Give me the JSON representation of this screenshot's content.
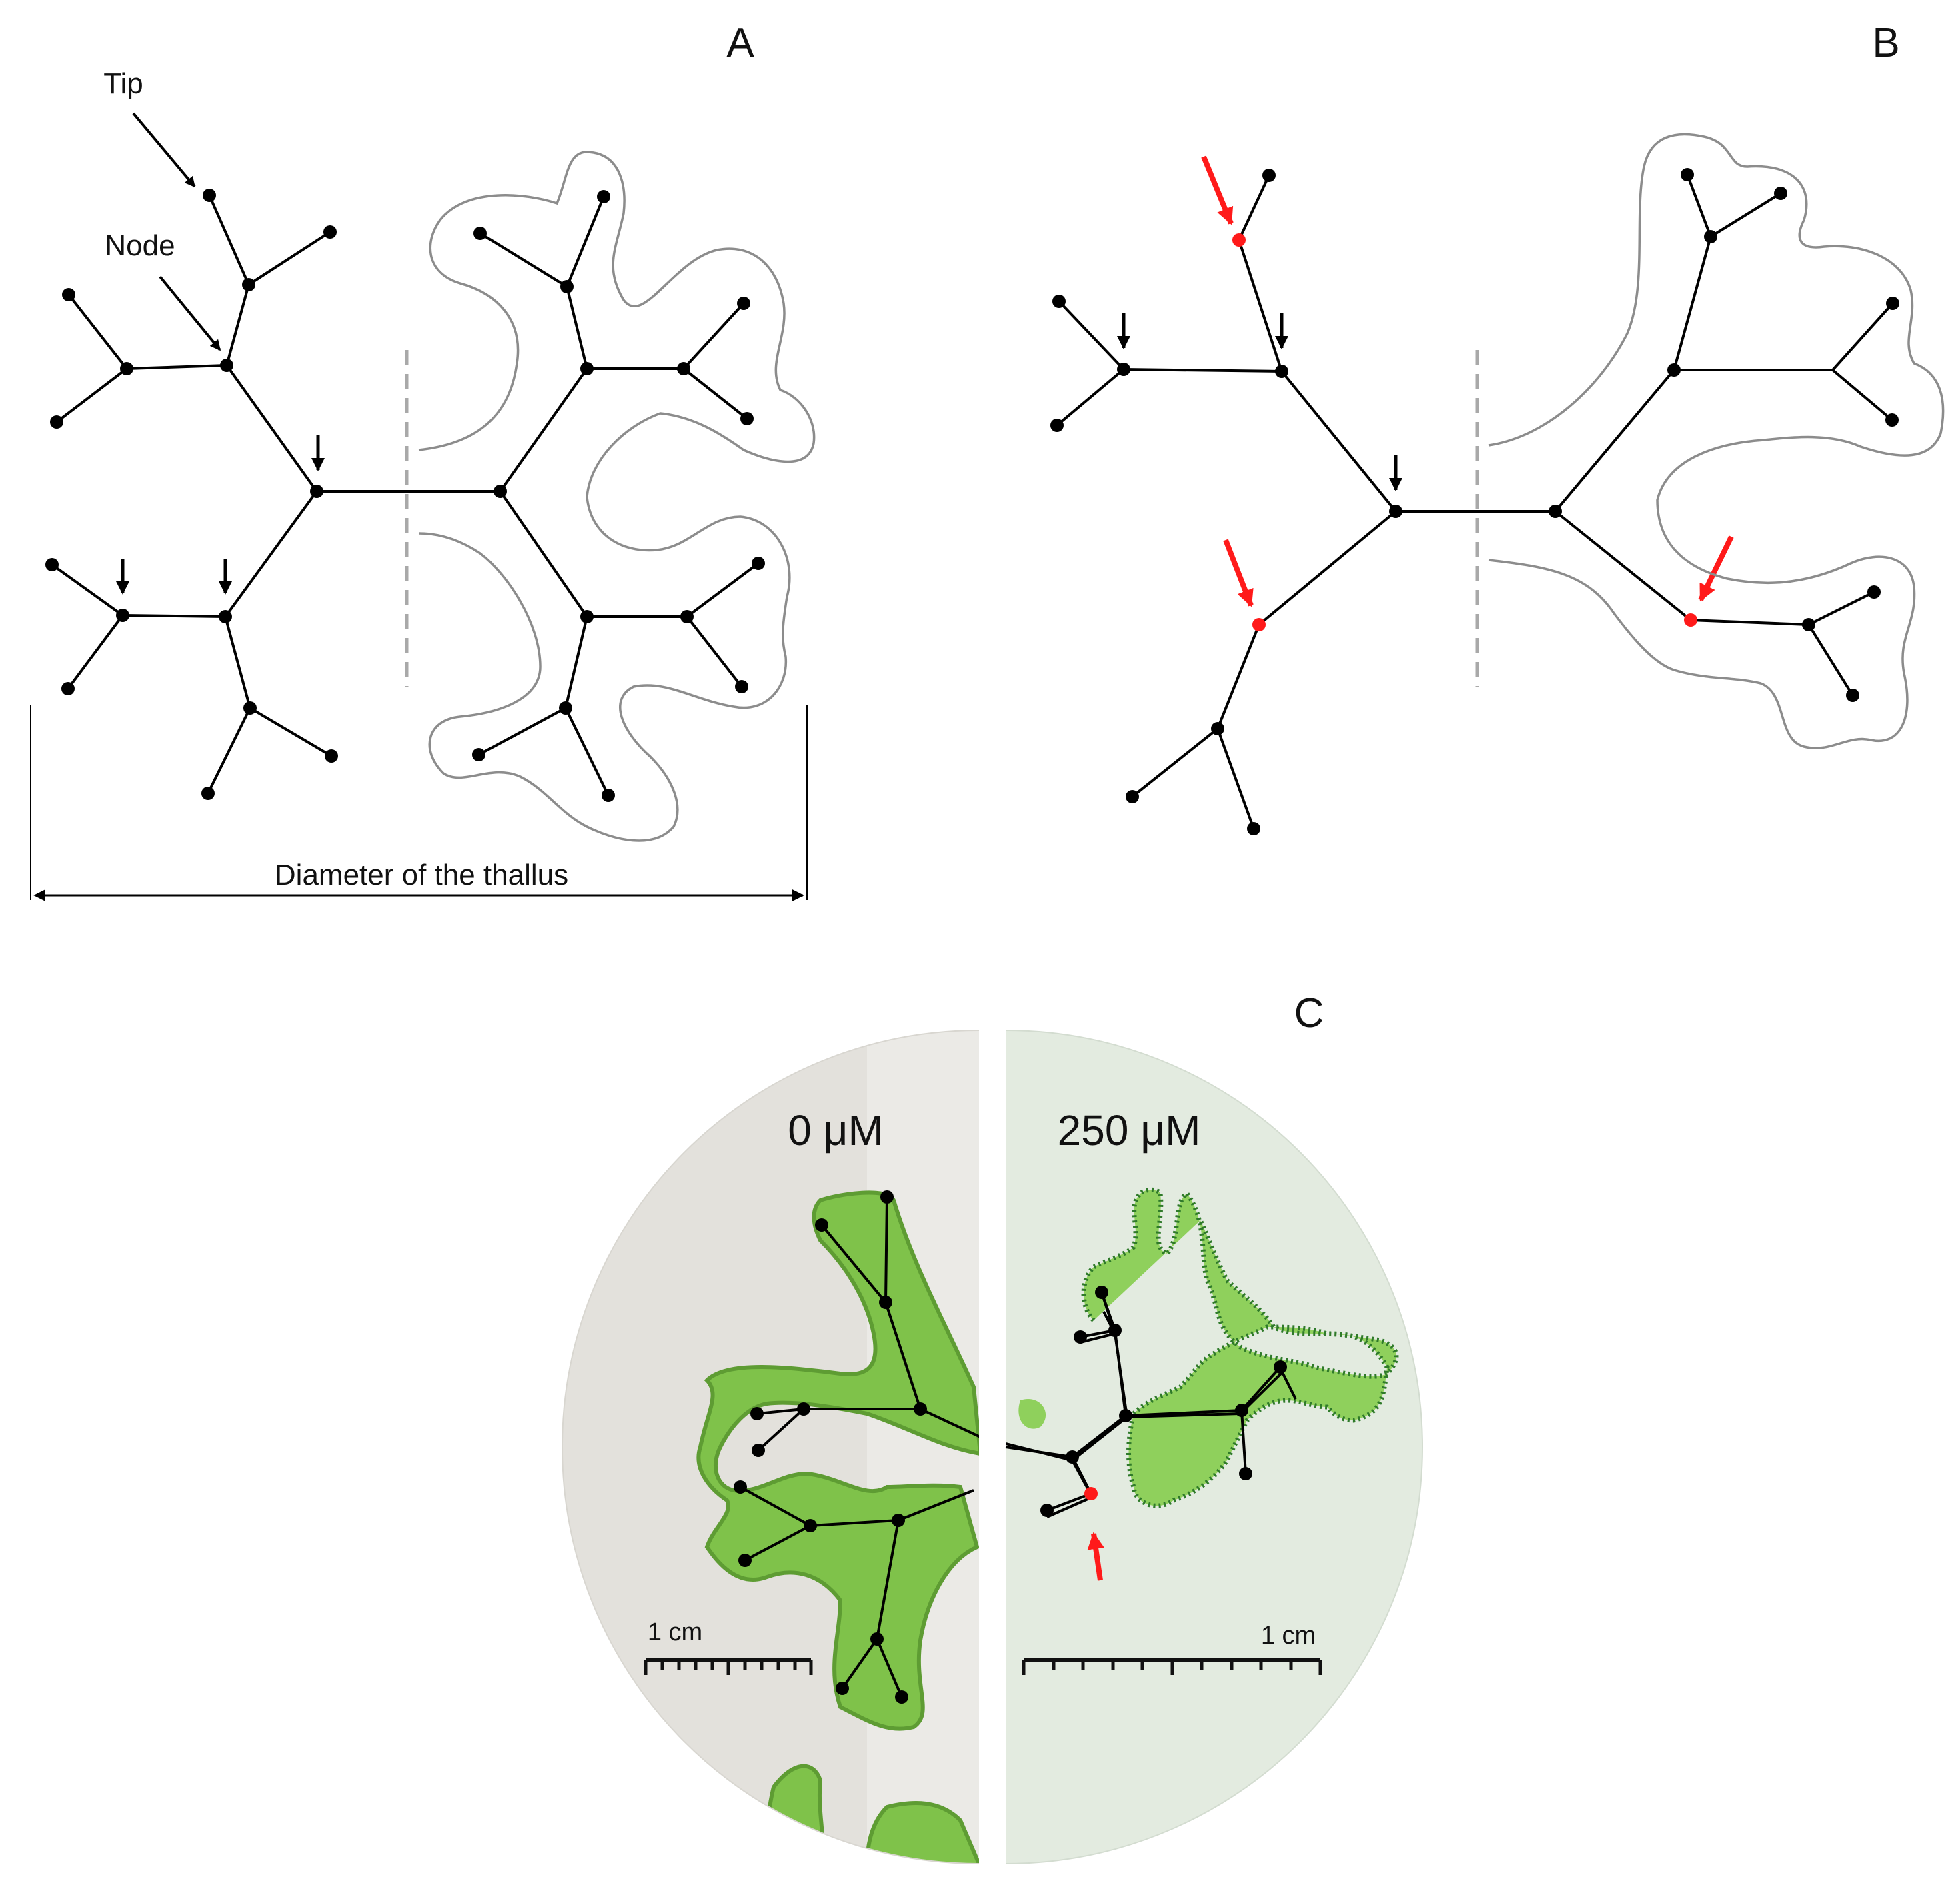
{
  "panels": {
    "a": {
      "letter": "A",
      "tip_label": "Tip",
      "node_label": "Node",
      "diameter_label": "Diameter of the thallus"
    },
    "b": {
      "letter": "B"
    },
    "c": {
      "letter": "C",
      "left_conc": "0 μM",
      "right_conc": "250 μM",
      "scale_left": "1 cm",
      "scale_right": "1 cm"
    }
  },
  "colors": {
    "highlight": "#ff1a1a",
    "outline": "#8c8c8c",
    "dashed_axis": "#a9a9a9",
    "thallus_green": "#7fc24a",
    "dish_left": "#e3e1dc",
    "dish_right": "#e3ebe0"
  }
}
